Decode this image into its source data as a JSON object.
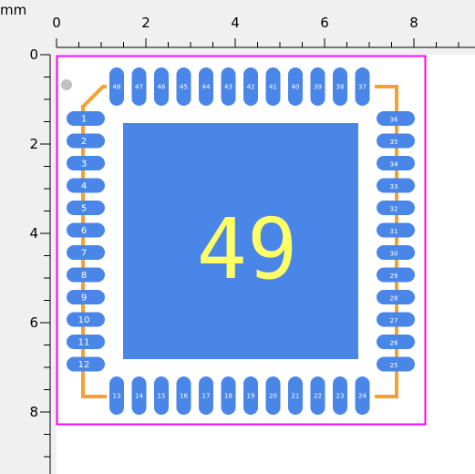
{
  "ruler": {
    "unit_label": "mm",
    "top_ticks": [
      "0",
      "2",
      "4",
      "6",
      "8"
    ],
    "left_ticks": [
      "0",
      "2",
      "4",
      "6",
      "8"
    ]
  },
  "footprint": {
    "center_pad_label": "49",
    "left_pads": [
      "1",
      "2",
      "3",
      "4",
      "5",
      "6",
      "7",
      "8",
      "9",
      "10",
      "11",
      "12"
    ],
    "bottom_pads": [
      "13",
      "14",
      "15",
      "16",
      "17",
      "18",
      "19",
      "20",
      "21",
      "22",
      "23",
      "24"
    ],
    "right_pads": [
      "25",
      "26",
      "27",
      "28",
      "29",
      "30",
      "31",
      "32",
      "33",
      "34",
      "35",
      "36"
    ],
    "top_pads": [
      "37",
      "38",
      "39",
      "40",
      "41",
      "42",
      "43",
      "44",
      "45",
      "46",
      "47",
      "48"
    ]
  },
  "colors": {
    "canvas": "#ffffff",
    "ruler_bg": "#f0f0f0",
    "pad": "#4a86e8",
    "silkscreen": "#f5a032",
    "courtyard": "#ff00ff",
    "pin1_marker": "#c0c0c0",
    "center_text": "#ffff66"
  }
}
